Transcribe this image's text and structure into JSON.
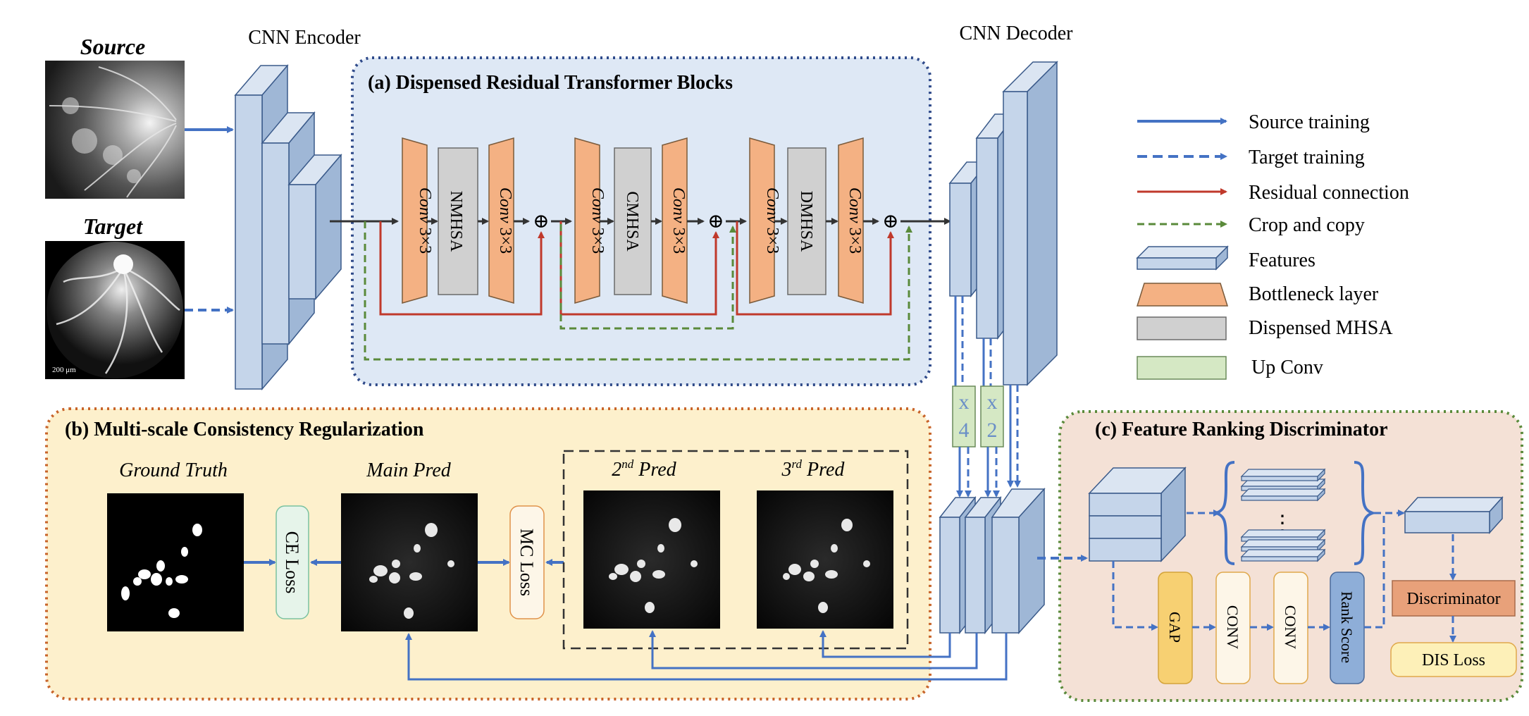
{
  "inputs": {
    "source_label": "Source",
    "target_label": "Target",
    "scale_bar": "200 μm"
  },
  "encoder": {
    "title": "CNN Encoder"
  },
  "decoder": {
    "title": "CNN Decoder"
  },
  "panel_a": {
    "title": "(a) Dispensed Residual Transformer Blocks",
    "conv_label": "Conv",
    "conv_kernel": "3×3",
    "blocks": [
      {
        "attention": "NMHSA"
      },
      {
        "attention": "CMHSA"
      },
      {
        "attention": "DMHSA"
      }
    ],
    "sum_symbol": "⊕"
  },
  "upconv": {
    "x4": "×4",
    "x2": "×2",
    "x4_digit": "4",
    "x2_digit": "2",
    "x_char": "x"
  },
  "panel_b": {
    "title": "(b) Multi-scale Consistency Regularization",
    "ground_truth": "Ground Truth",
    "main_pred": "Main Pred",
    "pred2_num": "2",
    "pred2_sup": "nd",
    "pred2_word": "Pred",
    "pred3_num": "3",
    "pred3_sup": "rd",
    "pred3_word": "Pred",
    "ce_loss": "CE Loss",
    "mc_loss": "MC Loss"
  },
  "panel_c": {
    "title": "(c) Feature Ranking Discriminator",
    "gap": "GAP",
    "conv1": "CONV",
    "conv2": "CONV",
    "rank": "Rank Score",
    "discriminator": "Discriminator",
    "dis_loss": "DIS Loss",
    "dots": "⋮"
  },
  "legend": [
    {
      "label": "Source training",
      "kind": "solid-arrow",
      "color": "#4472c4"
    },
    {
      "label": "Target training",
      "kind": "dashed-arrow",
      "color": "#4472c4"
    },
    {
      "label": "Residual connection",
      "kind": "solid-arrow",
      "color": "#c0392b"
    },
    {
      "label": "Crop and copy",
      "kind": "dashed-arrow",
      "color": "#5a8a3a"
    },
    {
      "label": "Features",
      "kind": "feature-box",
      "color": "#b8cce4"
    },
    {
      "label": "Bottleneck layer",
      "kind": "trapezoid",
      "color": "#f4b183"
    },
    {
      "label": "Dispensed MHSA",
      "kind": "rect",
      "color": "#d0d0d0"
    },
    {
      "label": "Up Conv",
      "kind": "rect",
      "color": "#d5e8c4"
    }
  ],
  "colors": {
    "blue_arrow": "#4472c4",
    "residual": "#c0392b",
    "crop": "#5a8a3a",
    "feature_face": "#c5d5ea",
    "feature_side": "#9fb7d6",
    "feature_top": "#dbe5f2",
    "bottleneck": "#f4b183",
    "mhsa": "#d0d0d0",
    "upconv": "#d5e8c4",
    "panel_a_bg": "#dee8f5",
    "panel_b_bg": "#fdf0cc",
    "panel_c_bg": "#f4e1d6"
  }
}
